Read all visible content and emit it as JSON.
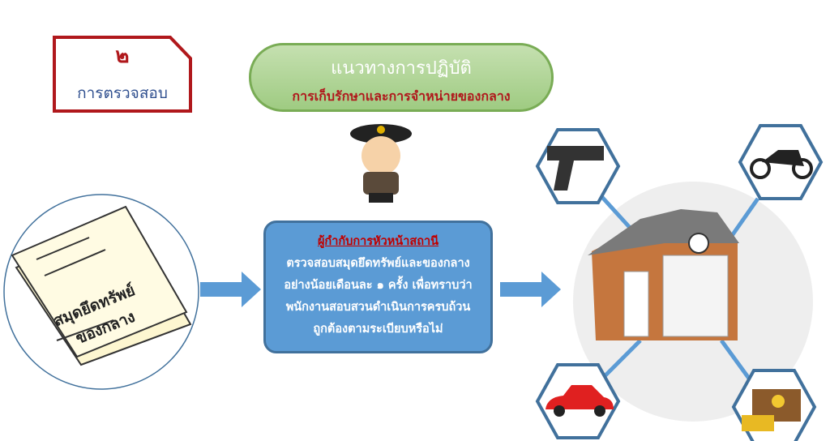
{
  "step": {
    "number": "๒",
    "label": "การตรวจสอบ"
  },
  "guide": {
    "title": "แนวทางการปฏิบัติ",
    "subtitle": "การเก็บรักษาและการจำหน่ายของกลาง"
  },
  "notebook": {
    "text_line1": "สมุดยึดทรัพย์",
    "text_line2": "ของกลาง"
  },
  "main": {
    "heading": "ผู้กำกับการหัวหน้าสถานี",
    "lines": [
      "ตรวจสอบสมุดยึดทรัพย์และของกลาง",
      "อย่างน้อยเดือนละ ๑ ครั้ง เพื่อทราบว่า",
      "พนักงานสอบสวนดำเนินการครบถ้วน",
      "ถูกต้องตามระเบียบหรือไม่"
    ]
  },
  "colors": {
    "red": "#b0181c",
    "blue": "#5b9bd5",
    "green": "#9fcb82",
    "hex_border": "#41719c"
  }
}
